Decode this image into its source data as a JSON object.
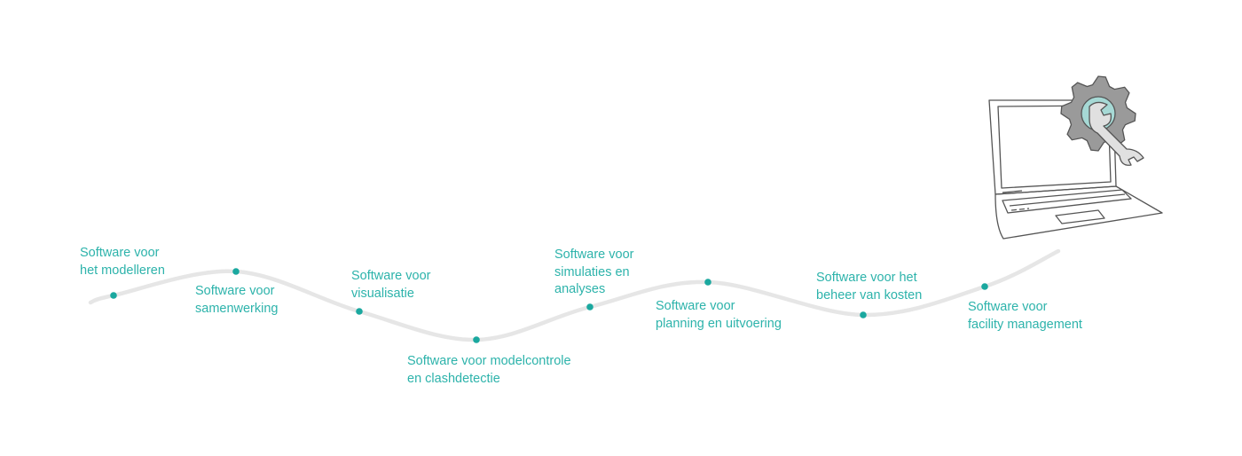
{
  "steps": [
    {
      "line1": "Software voor",
      "line2": "het modelleren"
    },
    {
      "line1": "Software voor",
      "line2": "samenwerking"
    },
    {
      "line1": "Software voor",
      "line2": "visualisatie"
    },
    {
      "line1": "Software voor modelcontrole",
      "line2": "en clashdetectie"
    },
    {
      "line1": "Software voor",
      "line2": "simulaties en",
      "line3": "analyses"
    },
    {
      "line1": "Software voor",
      "line2": "planning en uitvoering"
    },
    {
      "line1": "Software voor het",
      "line2": "beheer van kosten"
    },
    {
      "line1": "Software voor",
      "line2": "facility management"
    }
  ],
  "colors": {
    "accent": "#1aa89f",
    "text": "#2db3ab",
    "road": "#e6e6e6"
  }
}
